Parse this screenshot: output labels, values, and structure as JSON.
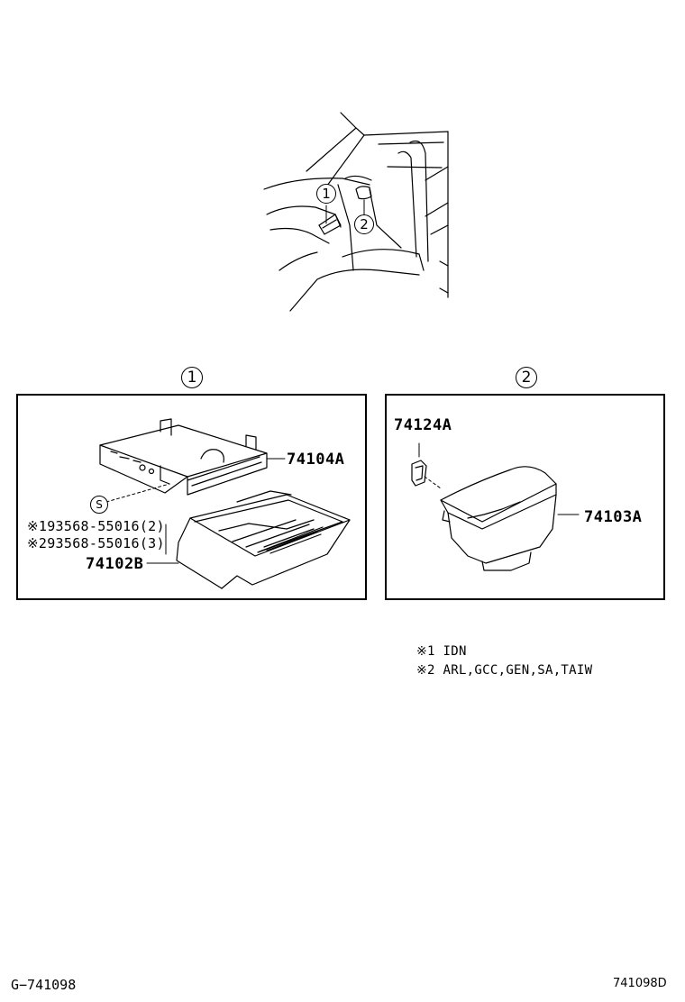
{
  "overview": {
    "callout_1": "1",
    "callout_2": "2"
  },
  "panel_1": {
    "callout": "1",
    "screw_symbol": "S",
    "parts": {
      "bracket": "74104A",
      "ashtray_housing": "74102B"
    },
    "screws": [
      {
        "mark": "※1",
        "part_no": "93568-55016",
        "qty": "(2)"
      },
      {
        "mark": "※2",
        "part_no": "93568-55016",
        "qty": "(3)"
      }
    ]
  },
  "panel_2": {
    "callout": "2",
    "parts": {
      "clip": "74124A",
      "rear_ashtray": "74103A"
    }
  },
  "notes": [
    {
      "mark": "※1",
      "text": "IDN"
    },
    {
      "mark": "※2",
      "text": "ARL,GCC,GEN,SA,TAIW"
    }
  ],
  "footer": {
    "left_code": "G−741098",
    "right_code": "741098D"
  }
}
